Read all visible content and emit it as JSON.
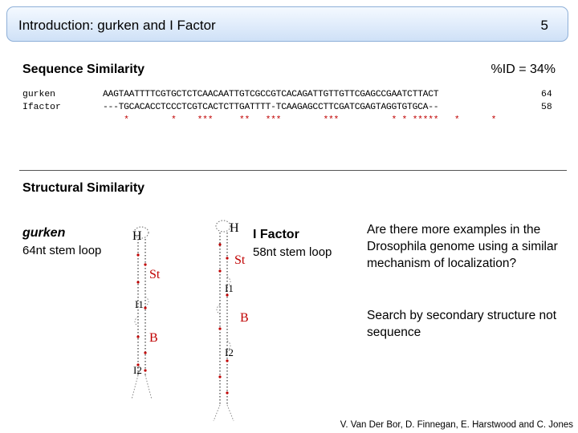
{
  "header": {
    "title": "Introduction: gurken and I Factor",
    "slide_number": "5"
  },
  "sequence": {
    "heading": "Sequence Similarity",
    "percent_id": "%ID = 34%",
    "rows": [
      {
        "name": "gurken",
        "seq": "AAGTAATTTTCGTGCTCTCAACAATTGTCGCCGTCACAGATTGTTGTTCGAGCCGAATCTTACT",
        "count": "64"
      },
      {
        "name": "Ifactor",
        "seq": "---TGCACACCTCCCTCGTCACTCTTGATTTT-TCAAGAGCCTTCGATCGAGTAGGTGTGCA--",
        "count": "58"
      }
    ],
    "match_line": "    *        *    ***     **   ***        ***          * * *****   *      *"
  },
  "structure": {
    "heading": "Structural Similarity",
    "gurken_name": "gurken",
    "gurken_desc": "64nt stem loop",
    "ifactor_name": "I Factor",
    "ifactor_desc": "58nt stem loop",
    "labels": {
      "H": "H",
      "St": "St",
      "I1": "I1",
      "B": "B",
      "I2": "I2"
    }
  },
  "notes": {
    "question": "Are there more examples in the Drosophila genome using a similar mechanism of localization?",
    "search": "Search by secondary structure not sequence"
  },
  "credit": "V. Van Der Bor, D. Finnegan, E. Harstwood and C. Jones",
  "colors": {
    "accent_red": "#c00000",
    "title_bar": "#cfe1f7"
  }
}
